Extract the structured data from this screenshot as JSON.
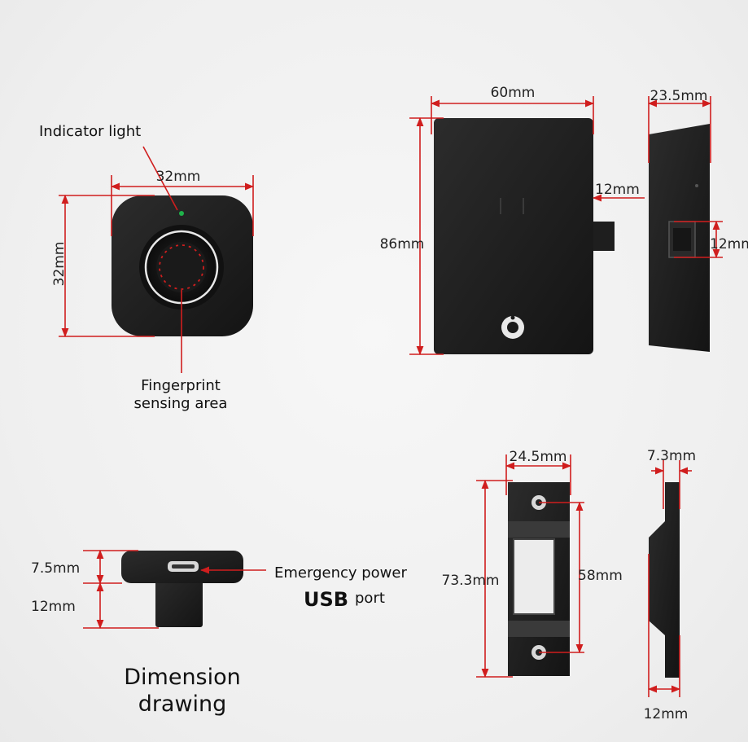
{
  "labels": {
    "indicator_light": "Indicator light",
    "fingerprint_line1": "Fingerprint",
    "fingerprint_line2": "sensing area",
    "emergency_line1": "Emergency power",
    "usb": "USB",
    "port": "port",
    "title_line1": "Dimension",
    "title_line2": "drawing"
  },
  "dimensions": {
    "sensor_width": "32mm",
    "sensor_height": "32mm",
    "lock_width": "60mm",
    "lock_height": "86mm",
    "bolt_width": "12mm",
    "side_depth": "23.5mm",
    "side_bolt": "12mm",
    "head_thickness": "7.5mm",
    "stem_length": "12mm",
    "strike_width": "24.5mm",
    "strike_height": "73.3mm",
    "strike_hole_spacing": "58mm",
    "strike_side_thickness": "7.3mm",
    "strike_side_depth": "12mm"
  },
  "colors": {
    "dimension_lines": "#d01e1e",
    "device_body": "#1c1c1c",
    "indicator": "#1fb24a"
  }
}
